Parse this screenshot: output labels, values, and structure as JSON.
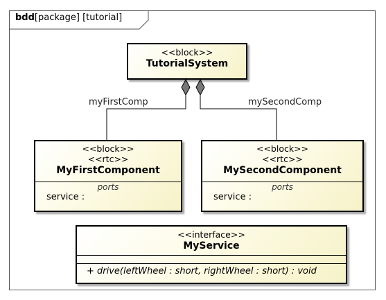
{
  "frame": {
    "kind": "bdd",
    "label": "[package] [tutorial]"
  },
  "blocks": {
    "system": {
      "stereotype": "<<block>>",
      "name": "TutorialSystem"
    },
    "first": {
      "stereotype1": "<<block>>",
      "stereotype2": "<<rtc>>",
      "name": "MyFirstComponent",
      "compartment": "ports",
      "property": "service :"
    },
    "second": {
      "stereotype1": "<<block>>",
      "stereotype2": "<<rtc>>",
      "name": "MySecondComponent",
      "compartment": "ports",
      "property": "service :"
    }
  },
  "interface": {
    "stereotype": "<<interface>>",
    "name": "MyService",
    "operation": "+ drive(leftWheel : short, rightWheel : short) : void"
  },
  "associations": [
    {
      "role": "myFirstComp"
    },
    {
      "role": "mySecondComp"
    }
  ]
}
